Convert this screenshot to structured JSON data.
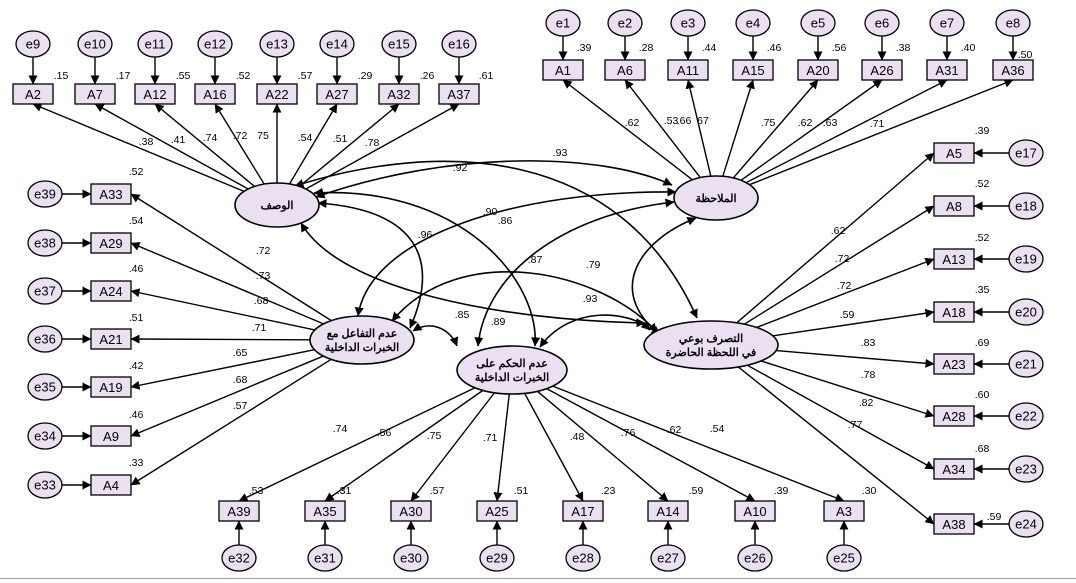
{
  "latents": [
    {
      "id": "L1",
      "label": "الوصف"
    },
    {
      "id": "L2",
      "label": "الملاحظة"
    },
    {
      "id": "L3",
      "label": "عدم التفاعل مع|الخبرات الداخلية"
    },
    {
      "id": "L4",
      "label": "عدم الحكم على|الخبرات الداخلية"
    },
    {
      "id": "L5",
      "label": "التصرف بوعي|في اللحظة الحاضرة"
    }
  ],
  "indicators": [
    {
      "latent": "L1",
      "item": "A2",
      "error": "e9",
      "loading": ".38",
      "r2": ".15"
    },
    {
      "latent": "L1",
      "item": "A7",
      "error": "e10",
      "loading": ".41",
      "r2": ".17"
    },
    {
      "latent": "L1",
      "item": "A12",
      "error": "e11",
      "loading": ".74",
      "r2": ".55"
    },
    {
      "latent": "L1",
      "item": "A16",
      "error": "e12",
      "loading": ".72",
      "r2": ".52"
    },
    {
      "latent": "L1",
      "item": "A22",
      "error": "e13",
      "loading": "75",
      "r2": ".57"
    },
    {
      "latent": "L1",
      "item": "A27",
      "error": "e14",
      "loading": ".54",
      "r2": ".29"
    },
    {
      "latent": "L1",
      "item": "A32",
      "error": "e15",
      "loading": ".51",
      "r2": ".26"
    },
    {
      "latent": "L1",
      "item": "A37",
      "error": "e16",
      "loading": ".78",
      "r2": ".61"
    },
    {
      "latent": "L2",
      "item": "A1",
      "error": "e1",
      "loading": ".62",
      "r2": ".39"
    },
    {
      "latent": "L2",
      "item": "A6",
      "error": "e2",
      "loading": ".53",
      "r2": ".28"
    },
    {
      "latent": "L2",
      "item": "A11",
      "error": "e3",
      "loading": ".66",
      "r2": ".44"
    },
    {
      "latent": "L2",
      "item": "A15",
      "error": "e4",
      "loading": "67",
      "r2": ".46"
    },
    {
      "latent": "L2",
      "item": "A20",
      "error": "e5",
      "loading": ".75",
      "r2": ".56"
    },
    {
      "latent": "L2",
      "item": "A26",
      "error": "e6",
      "loading": ".62",
      "r2": ".38"
    },
    {
      "latent": "L2",
      "item": "A31",
      "error": "e7",
      "loading": ".63",
      "r2": ".40"
    },
    {
      "latent": "L2",
      "item": "A36",
      "error": "e8",
      "loading": ".71",
      "r2": ".50"
    },
    {
      "latent": "L3",
      "item": "A33",
      "error": "e39",
      "loading": ".72",
      "r2": ".52"
    },
    {
      "latent": "L3",
      "item": "A29",
      "error": "e38",
      "loading": ".73",
      "r2": ".54"
    },
    {
      "latent": "L3",
      "item": "A24",
      "error": "e37",
      "loading": ".68",
      "r2": ".46"
    },
    {
      "latent": "L3",
      "item": "A21",
      "error": "e36",
      "loading": ".71",
      "r2": ".51"
    },
    {
      "latent": "L3",
      "item": "A19",
      "error": "e35",
      "loading": ".65",
      "r2": ".42"
    },
    {
      "latent": "L3",
      "item": "A9",
      "error": "e34",
      "loading": ".68",
      "r2": ".46"
    },
    {
      "latent": "L3",
      "item": "A4",
      "error": "e33",
      "loading": ".57",
      "r2": ".33"
    },
    {
      "latent": "L4",
      "item": "A39",
      "error": "e32",
      "loading": ".74",
      "r2": ".53"
    },
    {
      "latent": "L4",
      "item": "A35",
      "error": "e31",
      "loading": ".56",
      "r2": ".31"
    },
    {
      "latent": "L4",
      "item": "A30",
      "error": "e30",
      "loading": ".75",
      "r2": ".57"
    },
    {
      "latent": "L4",
      "item": "A25",
      "error": "e29",
      "loading": ".71",
      "r2": ".51"
    },
    {
      "latent": "L4",
      "item": "A17",
      "error": "e28",
      "loading": ".48",
      "r2": ".23"
    },
    {
      "latent": "L4",
      "item": "A14",
      "error": "e27",
      "loading": ".76",
      "r2": ".59"
    },
    {
      "latent": "L4",
      "item": "A10",
      "error": "e26",
      "loading": ".62",
      "r2": ".39"
    },
    {
      "latent": "L4",
      "item": "A3",
      "error": "e25",
      "loading": ".54",
      "r2": ".30"
    },
    {
      "latent": "L5",
      "item": "A5",
      "error": "e17",
      "loading": ".62",
      "r2": ".39"
    },
    {
      "latent": "L5",
      "item": "A8",
      "error": "e18",
      "loading": ".72",
      "r2": ".52"
    },
    {
      "latent": "L5",
      "item": "A13",
      "error": "e19",
      "loading": ".72",
      "r2": ".52"
    },
    {
      "latent": "L5",
      "item": "A18",
      "error": "e20",
      "loading": ".59",
      "r2": ".35"
    },
    {
      "latent": "L5",
      "item": "A23",
      "error": "e21",
      "loading": ".83",
      "r2": ".69"
    },
    {
      "latent": "L5",
      "item": "A28",
      "error": "e22",
      "loading": ".78",
      "r2": ".60"
    },
    {
      "latent": "L5",
      "item": "A34",
      "error": "e23",
      "loading": ".82",
      "r2": ".68"
    },
    {
      "latent": "L5",
      "item": "A38",
      "error": "e24",
      "loading": ".77",
      "r2": ".59"
    }
  ],
  "covariances": [
    {
      "from": "L1",
      "to": "L2",
      "value": ".93"
    },
    {
      "from": "L1",
      "to": "L5",
      "value": ".92"
    },
    {
      "from": "L1",
      "to": "L3",
      "value": ".96"
    },
    {
      "from": "L1",
      "to": "L4",
      "value": ".87"
    },
    {
      "from": "L2",
      "to": "L3",
      "value": ".86"
    },
    {
      "from": "L2",
      "to": "L4",
      "value": ".90"
    },
    {
      "from": "L2",
      "to": "L5",
      "value": ".79"
    },
    {
      "from": "L3",
      "to": "L4",
      "value": ".85"
    },
    {
      "from": "L3",
      "to": "L5",
      "value": ".93"
    },
    {
      "from": "L4",
      "to": "L5",
      "value": ".89"
    }
  ]
}
